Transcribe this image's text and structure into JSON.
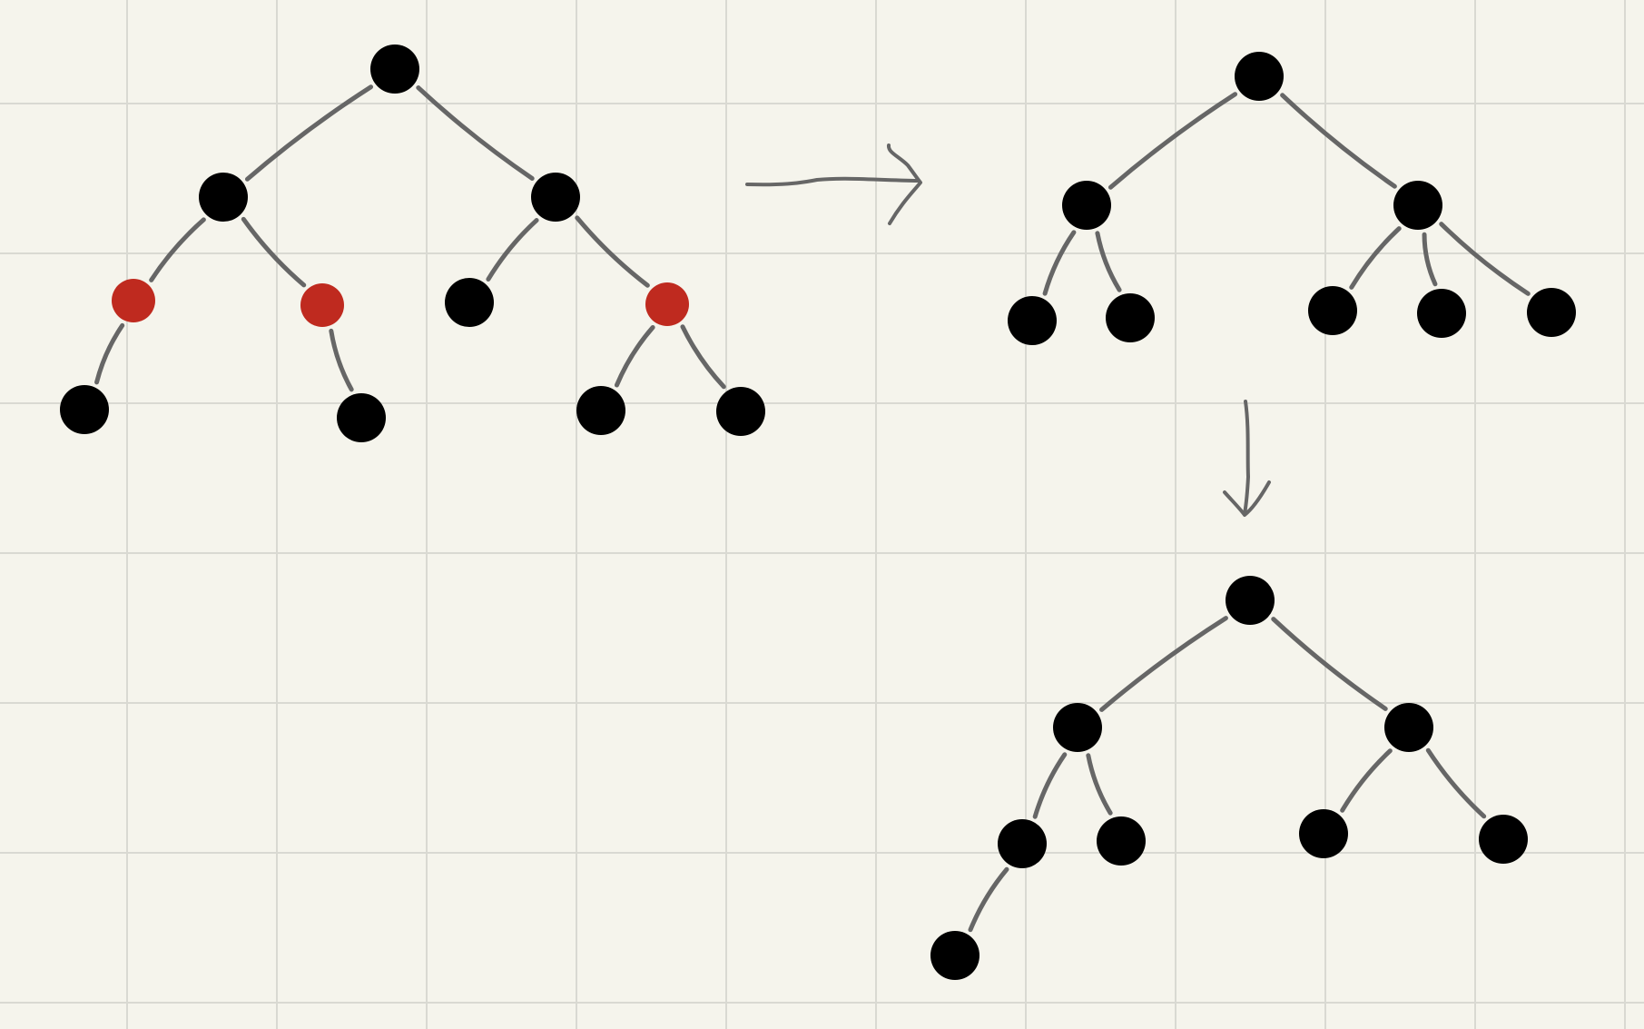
{
  "colors": {
    "background": "#f5f4ec",
    "grid": "#d9d9d2",
    "edge": "#666666",
    "node_black": "#000000",
    "node_red": "#bf2a1f"
  },
  "trees": [
    {
      "id": "red-black-tree",
      "nodes": [
        {
          "id": "a1",
          "color": "black"
        },
        {
          "id": "a2",
          "color": "black"
        },
        {
          "id": "a3",
          "color": "black"
        },
        {
          "id": "a4",
          "color": "red"
        },
        {
          "id": "a5",
          "color": "red"
        },
        {
          "id": "a6",
          "color": "black"
        },
        {
          "id": "a7",
          "color": "red"
        },
        {
          "id": "a8",
          "color": "black"
        },
        {
          "id": "a9",
          "color": "black"
        },
        {
          "id": "a10",
          "color": "black"
        },
        {
          "id": "a11",
          "color": "black"
        }
      ],
      "edges": [
        [
          "a1",
          "a2"
        ],
        [
          "a1",
          "a3"
        ],
        [
          "a2",
          "a4"
        ],
        [
          "a2",
          "a5"
        ],
        [
          "a3",
          "a6"
        ],
        [
          "a3",
          "a7"
        ],
        [
          "a4",
          "a8"
        ],
        [
          "a5",
          "a9"
        ],
        [
          "a7",
          "a10"
        ],
        [
          "a7",
          "a11"
        ]
      ]
    },
    {
      "id": "two-three-four-tree",
      "nodes": [
        {
          "id": "b1",
          "color": "black"
        },
        {
          "id": "b2",
          "color": "black"
        },
        {
          "id": "b3",
          "color": "black"
        },
        {
          "id": "b4",
          "color": "black"
        },
        {
          "id": "b5",
          "color": "black"
        },
        {
          "id": "b6",
          "color": "black"
        },
        {
          "id": "b7",
          "color": "black"
        },
        {
          "id": "b8",
          "color": "black"
        }
      ],
      "edges": [
        [
          "b1",
          "b2"
        ],
        [
          "b1",
          "b3"
        ],
        [
          "b2",
          "b4"
        ],
        [
          "b2",
          "b5"
        ],
        [
          "b3",
          "b6"
        ],
        [
          "b3",
          "b7"
        ],
        [
          "b3",
          "b8"
        ]
      ]
    },
    {
      "id": "result-tree",
      "nodes": [
        {
          "id": "c1",
          "color": "black"
        },
        {
          "id": "c2",
          "color": "black"
        },
        {
          "id": "c3",
          "color": "black"
        },
        {
          "id": "c4",
          "color": "black"
        },
        {
          "id": "c5",
          "color": "black"
        },
        {
          "id": "c6",
          "color": "black"
        },
        {
          "id": "c7",
          "color": "black"
        },
        {
          "id": "c8",
          "color": "black"
        }
      ],
      "edges": [
        [
          "c1",
          "c2"
        ],
        [
          "c1",
          "c3"
        ],
        [
          "c2",
          "c4"
        ],
        [
          "c2",
          "c5"
        ],
        [
          "c3",
          "c6"
        ],
        [
          "c3",
          "c7"
        ],
        [
          "c4",
          "c8"
        ]
      ]
    }
  ],
  "arrows": [
    {
      "id": "arrow-right",
      "direction": "right"
    },
    {
      "id": "arrow-down",
      "direction": "down"
    }
  ]
}
